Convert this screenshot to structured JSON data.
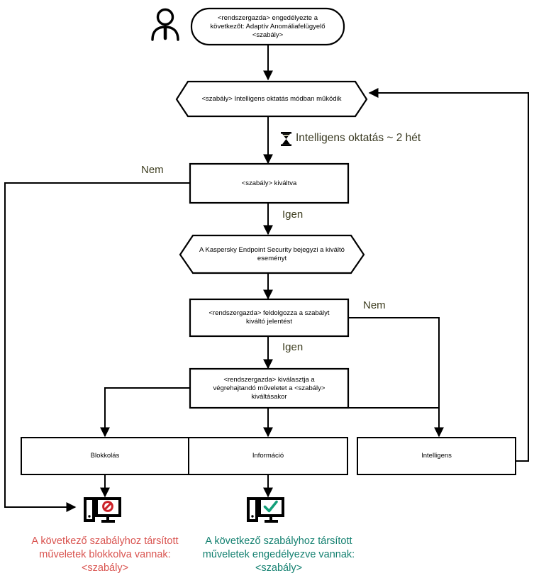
{
  "diagram": {
    "title": "Adaptiv Anomaliafelugyelo szabaly folyamatabra",
    "type": "flowchart",
    "colors": {
      "stroke": "#000000",
      "edge_label": "#3d3d1f",
      "blocked": "#d9534f",
      "allowed": "#138070",
      "deny_icon": "#cc2229",
      "check_icon": "#13a07a"
    }
  },
  "actor": {
    "icon": "person-icon",
    "name": "administrator"
  },
  "nodes": {
    "start": {
      "shape": "rounded-rectangle",
      "text": "<rendszergazda> engedélyezte a\nkövetkezőt: Adaptív Anomáliafelügyelő\n<szabály>"
    },
    "smart_training": {
      "shape": "hexagon",
      "text": "<szabály> Intelligens oktatás módban működik"
    },
    "rule_triggered": {
      "shape": "rectangle",
      "text": "<szabály> kiváltva"
    },
    "log_event": {
      "shape": "hexagon",
      "text": "A Kaspersky Endpoint Security bejegyzi a kiváltó\neseményt"
    },
    "process_report": {
      "shape": "rectangle",
      "text": "<rendszergazda>  feldolgozza a szabályt\nkiváltó jelentést"
    },
    "select_action": {
      "shape": "rectangle",
      "text": "<rendszergazda> kiválasztja a\nvégrehajtandó műveletet a <szabály>\nkiváltásakor"
    },
    "action_block": {
      "shape": "rectangle",
      "text": "Blokkolás"
    },
    "action_inform": {
      "shape": "rectangle",
      "text": "Információ"
    },
    "action_smart": {
      "shape": "rectangle",
      "text": "Intelligens"
    }
  },
  "timer": {
    "icon": "hourglass-icon",
    "text": "Intelligens oktatás ~ 2 hét"
  },
  "edge_labels": {
    "triggered_no": "Nem",
    "triggered_yes": "Igen",
    "report_no": "Nem",
    "report_yes": "Igen"
  },
  "outcomes": {
    "blocked": {
      "icon": "monitor-blocked-icon",
      "caption": "A következő szabályhoz társított\nműveletek blokkolva vannak:\n<szabály>"
    },
    "allowed": {
      "icon": "monitor-allowed-icon",
      "caption": "A következő szabályhoz társított\nműveletek engedélyezve vannak:\n<szabály>"
    }
  }
}
